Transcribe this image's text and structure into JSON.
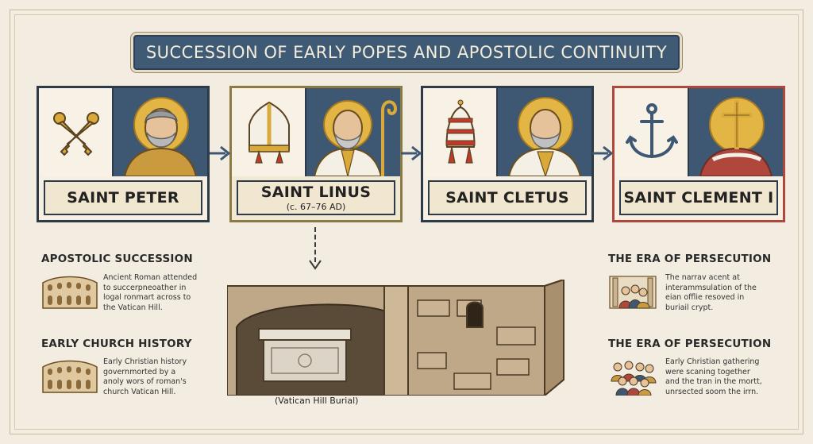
{
  "title": "SUCCESSION OF EARLY POPES AND APOSTOLIC CONTINUITY",
  "popes": [
    {
      "name": "SAINT PETER",
      "dates": "",
      "symbol": "crossed-keys-icon"
    },
    {
      "name": "SAINT LINUS",
      "dates": "(c. 67–76 AD)",
      "symbol": "mitre-icon"
    },
    {
      "name": "SAINT CLETUS",
      "dates": "",
      "symbol": "papal-tiara-icon"
    },
    {
      "name": "SAINT CLEMENT I",
      "dates": "",
      "symbol": "anchor-icon"
    }
  ],
  "left_sections": [
    {
      "heading": "APOSTOLIC SUCCESSION",
      "lines": [
        "Ancient Roman attended",
        "to succerpneoather in",
        "logal ronmart across to",
        "the Vatican Hill."
      ],
      "icon": "colosseum-icon"
    },
    {
      "heading": "EARLY CHURCH HISTORY",
      "lines": [
        "Early Christian history",
        "governmorted by a",
        "anoly wors of roman's",
        "church Vatican Hill."
      ],
      "icon": "colosseum-icon"
    }
  ],
  "right_sections": [
    {
      "heading": "THE ERA OF PERSECUTION",
      "lines": [
        "The narrav acent at",
        "interammsulation of the",
        "eian offlie resoved in",
        "buriail crypt."
      ],
      "icon": "christians-gathering-icon"
    },
    {
      "heading": "THE ERA OF PERSECUTION",
      "lines": [
        "Early Christian gathering",
        "were scaning together",
        "and the tran in the mortt,",
        "unrsected soom the irrn."
      ],
      "icon": "christians-gathering-icon"
    }
  ],
  "crypt_caption": "(Vatican Hill Burial)",
  "colors": {
    "navy": "#3e5873",
    "gold": "#d9a93a",
    "red": "#b0473d",
    "parchment": "#f3ede1"
  }
}
